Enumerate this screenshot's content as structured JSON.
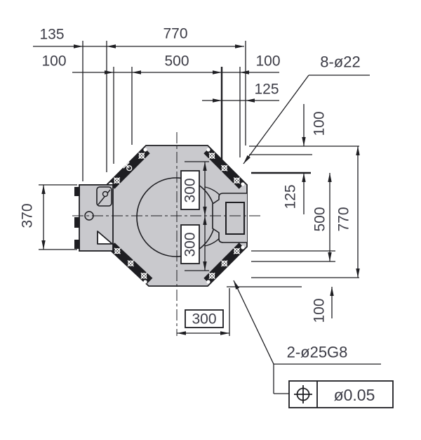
{
  "drawing": {
    "dimensions": {
      "top": {
        "d135": "135",
        "d770": "770",
        "d100_left": "100",
        "d500": "500",
        "d100_right": "100",
        "d125": "125"
      },
      "right": {
        "d100_top": "100",
        "d125": "125",
        "d500": "500",
        "d770": "770",
        "d100_bottom": "100"
      },
      "left": {
        "d370": "370"
      },
      "center": {
        "d300_upper": "300",
        "d300_lower": "300",
        "d300_bottom": "300"
      }
    },
    "callouts": {
      "holes": "8-ø22",
      "pins": "2-ø25G8"
    },
    "feature_control_frame": {
      "symbol": "position",
      "tolerance": "ø0.05"
    },
    "colors": {
      "line": "#1e1e22",
      "text": "#3c3c46",
      "plate_fill": "#c9c9cd",
      "background": "#ffffff"
    }
  }
}
